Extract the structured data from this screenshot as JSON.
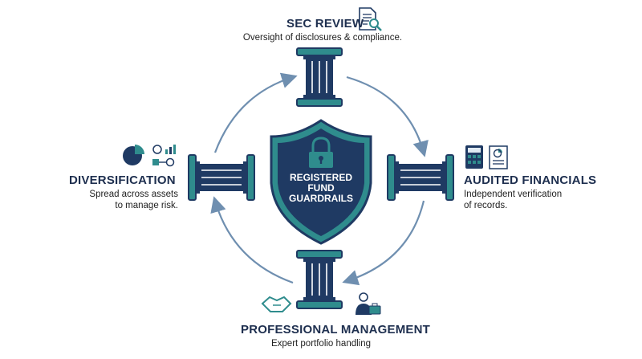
{
  "diagram": {
    "center": {
      "lines": [
        "REGISTERED",
        "FUND",
        "GUARDRAILS"
      ]
    },
    "pillars": {
      "top": {
        "title": "SEC REVIEW",
        "desc": "Oversight of disclosures & compliance."
      },
      "right": {
        "title": "AUDITED FINANCIALS",
        "desc_lines": [
          "Independent verification",
          "of records."
        ]
      },
      "bottom": {
        "title": "PROFESSIONAL MANAGEMENT",
        "desc": "Expert portfolio handling"
      },
      "left": {
        "title": "DIVERSIFICATION",
        "desc_lines": [
          "Spread across assets",
          "to manage risk."
        ]
      }
    },
    "icons": {
      "top": "document-search-icon",
      "right": "calculator-report-icon",
      "bottom": "handshake-manager-icon",
      "left": "pie-chart-assets-icon",
      "center": "padlock-icon"
    },
    "colors": {
      "navy": "#1f3a63",
      "teal": "#2f8c8d",
      "arrow": "#6f8fb0",
      "text": "#1e2f4f"
    }
  }
}
